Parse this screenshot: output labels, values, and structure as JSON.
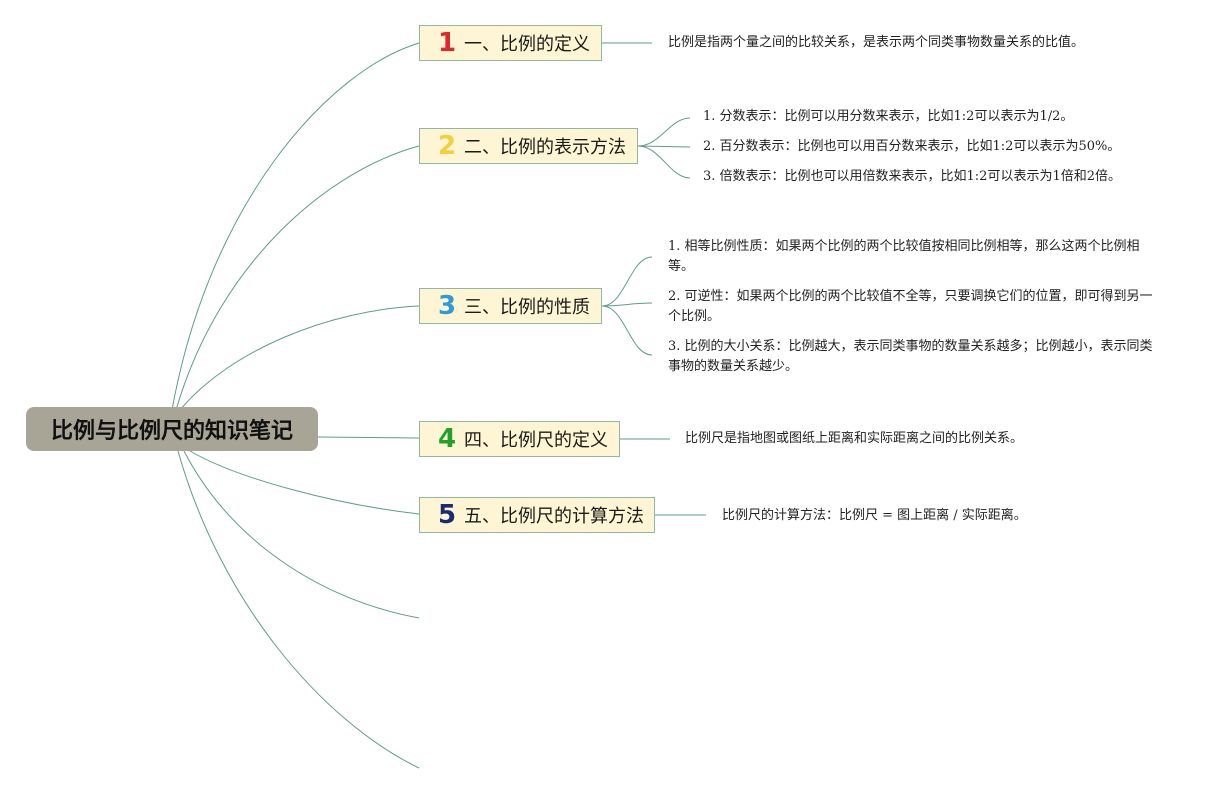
{
  "root": {
    "title": "比例与比例尺的知识笔记"
  },
  "colors": {
    "line": "#5f9c84",
    "topic_fill": "#fdf5d3",
    "topic_border": "#8fb8a0",
    "root_fill": "#a9a596"
  },
  "topics": [
    {
      "number": "1",
      "number_color": "#e0262c",
      "label": "一、比例的定义",
      "notes": [
        "比例是指两个量之间的比较关系，是表示两个同类事物数量关系的比值。"
      ]
    },
    {
      "number": "2",
      "number_color": "#f3cf3d",
      "label": "二、比例的表示方法",
      "notes": [
        "1. 分数表示：比例可以用分数来表示，比如1:2可以表示为1/2。",
        "2. 百分数表示：比例也可以用百分数来表示，比如1:2可以表示为50%。",
        "3. 倍数表示：比例也可以用倍数来表示，比如1:2可以表示为1倍和2倍。"
      ]
    },
    {
      "number": "3",
      "number_color": "#2f9ad8",
      "label": "三、比例的性质",
      "notes": [
        "1. 相等比例性质：如果两个比例的两个比较值按相同比例相等，那么这两个比例相等。",
        "2. 可逆性：如果两个比例的两个比较值不全等，只要调换它们的位置，即可得到另一个比例。",
        "3. 比例的大小关系：比例越大，表示同类事物的数量关系越多；比例越小，表示同类事物的数量关系越少。"
      ]
    },
    {
      "number": "4",
      "number_color": "#22a02a",
      "label": "四、比例尺的定义",
      "notes": [
        "比例尺是指地图或图纸上距离和实际距离之间的比例关系。"
      ]
    },
    {
      "number": "5",
      "number_color": "#1c2a72",
      "label": "五、比例尺的计算方法",
      "notes": [
        "比例尺的计算方法：比例尺 = 图上距离 / 实际距离。"
      ]
    }
  ]
}
